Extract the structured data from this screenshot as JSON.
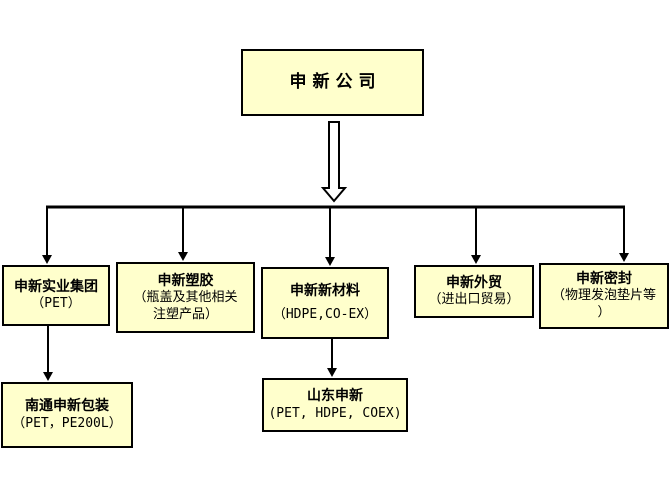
{
  "colors": {
    "box_fill": "#FFFFCC",
    "box_border": "#000000",
    "line": "#000000",
    "background": "#FFFFFF"
  },
  "root": {
    "title": "申新公司"
  },
  "children": [
    {
      "title": "申新实业集团",
      "subtitle_lines": [
        "（PET）"
      ]
    },
    {
      "title": "申新塑胶",
      "subtitle_lines": [
        "（瓶盖及其他相关",
        "注塑产品）"
      ]
    },
    {
      "title": "申新新材料",
      "subtitle_lines": [
        "（HDPE,CO-EX）"
      ]
    },
    {
      "title": "申新外贸",
      "subtitle_lines": [
        "（进出口贸易）"
      ]
    },
    {
      "title": "申新密封",
      "subtitle_lines": [
        "（物理发泡垫片等",
        "）"
      ]
    }
  ],
  "grandchildren": [
    {
      "title": "南通申新包装",
      "subtitle_lines": [
        "（PET，PE200L）"
      ]
    },
    {
      "title": "山东申新",
      "subtitle_lines": [
        "(PET, HDPE, COEX)"
      ]
    }
  ]
}
